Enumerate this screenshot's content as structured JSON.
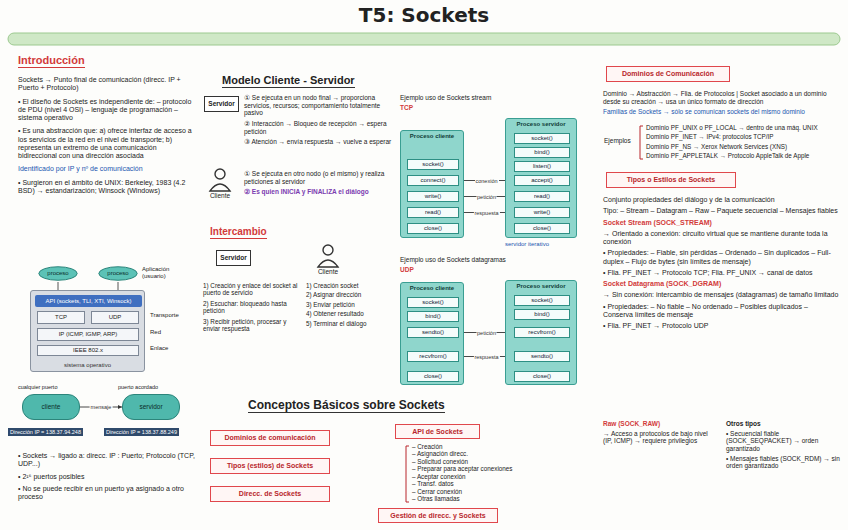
{
  "diagram": {
    "title": "T5: Sockets",
    "nodes": [
      {
        "text": [
          "proceso"
        ]
      },
      {
        "text": [
          "proceso"
        ]
      },
      {
        "text": [
          "sistema operativo"
        ]
      },
      {
        "text": [
          "API (sockets, TLI, XTI, Winsock)"
        ],
        "in": 2
      },
      {
        "text": [
          "TCP"
        ],
        "in": 2
      },
      {
        "text": [
          "UDP"
        ],
        "in": 2
      },
      {
        "text": [
          "IP (ICMP, IGMP, ARP)"
        ],
        "in": 2
      },
      {
        "text": [
          "IEEE 802.x"
        ],
        "in": 2
      },
      {
        "text": [
          "cliente"
        ]
      },
      {
        "text": [
          "servidor"
        ]
      },
      {
        "text": [
          "Servidor"
        ]
      },
      {
        "text": [
          "Servidor"
        ]
      },
      {
        "text": [
          "Dominios de comunicación"
        ]
      },
      {
        "text": [
          "Tipos (estilos) de Sockets"
        ]
      },
      {
        "text": [
          "Direcc. de Sockets"
        ]
      },
      {
        "text": [
          "API de Sockets"
        ]
      },
      {
        "text": [
          "Gestión de direcc. y Sockets"
        ]
      },
      {
        "text": [
          "Proceso cliente"
        ]
      },
      {
        "text": [
          "socket()"
        ],
        "in": 17
      },
      {
        "text": [
          "connect()"
        ],
        "in": 17
      },
      {
        "text": [
          "write()"
        ],
        "in": 17
      },
      {
        "text": [
          "read()"
        ],
        "in": 17
      },
      {
        "text": [
          "close()"
        ],
        "in": 17
      },
      {
        "text": [
          "Proceso servidor"
        ]
      },
      {
        "text": [
          "socket()"
        ],
        "in": 23
      },
      {
        "text": [
          "bind()"
        ],
        "in": 23
      },
      {
        "text": [
          "listen()"
        ],
        "in": 23
      },
      {
        "text": [
          "accept()"
        ],
        "in": 23
      },
      {
        "text": [
          "read()"
        ],
        "in": 23
      },
      {
        "text": [
          "write()"
        ],
        "in": 23
      },
      {
        "text": [
          "close()"
        ],
        "in": 23
      },
      {
        "text": [
          "Proceso cliente"
        ]
      },
      {
        "text": [
          "socket()"
        ],
        "in": 31
      },
      {
        "text": [
          "bind()"
        ],
        "in": 31
      },
      {
        "text": [
          "sendto()"
        ],
        "in": 31
      },
      {
        "text": [
          "recvfrom()"
        ],
        "in": 31
      },
      {
        "text": [
          "close()"
        ],
        "in": 31
      },
      {
        "text": [
          "Proceso servidor"
        ]
      },
      {
        "text": [
          "socket()"
        ],
        "in": 37
      },
      {
        "text": [
          "bind()"
        ],
        "in": 37
      },
      {
        "text": [
          "recvfrom()"
        ],
        "in": 37
      },
      {
        "text": [
          "sendto()"
        ],
        "in": 37
      },
      {
        "text": [
          "close()"
        ],
        "in": 37
      },
      {
        "text": [
          "Dominios de Comunicación"
        ]
      },
      {
        "text": [
          "Tipos o Estilos de Sockets"
        ]
      }
    ],
    "edges": [
      {
        "from": 8,
        "to": 9,
        "label": "mensaje",
        "arrow": "to"
      },
      {
        "from": 19,
        "to": 27,
        "label": "conexión",
        "arrow": "to"
      },
      {
        "from": 20,
        "to": 28,
        "label": "petición",
        "arrow": "to"
      },
      {
        "from": 29,
        "to": 21,
        "label": "respuesta",
        "arrow": "to"
      },
      {
        "from": 34,
        "to": 40,
        "label": "petición",
        "arrow": "to"
      },
      {
        "from": 41,
        "to": 35,
        "label": "respuesta",
        "arrow": "to"
      }
    ],
    "labels": [
      "Introducción",
      "Sockets → Punto final de comunicación (direcc. IP + Puerto + Protocolo)",
      "• El diseño de Sockets es independiente de: – protocolo de PDU (nivel 4 OSI) – lenguaje de programación – sistema operativo",
      "• Es una abstracción que: a) ofrece interfaz de acceso a los servicios de la red en el nivel de transporte; b) representa un extremo de una comunicación bidireccional con una dirección asociada",
      "Identificado por IP y nº de comunicación",
      "• Surgieron en el ámbito de UNIX: Berkeley, 1983 (4.2 BSD) → estandarización; Winsock (Windows)",
      "Aplicación (usuario)",
      "Transporte",
      "Red",
      "Enlace",
      "cualquier puerto",
      "puerto acordado",
      "Dirección IP = 138.37.94.248",
      "Dirección IP = 138.37.88.249",
      "• Sockets → ligado a: direcc. IP : Puerto; Protocolo (TCP, UDP...)",
      "• 2¹⁶ puertos posibles",
      "• No se puede recibir en un puerto ya asignado a otro proceso",
      "Modelo Cliente - Servidor",
      "① Se ejecuta en un nodo final → proporciona servicios, recursos; comportamiento totalmente pasivo",
      "② Interacción → Bloqueo de recepción → espera petición",
      "③ Atención → envía respuesta → vuelve a esperar",
      "Cliente",
      "① Se ejecuta en otro nodo (o el mismo) y realiza peticiones al servidor",
      "② Es quien INICIA y FINALIZA el diálogo",
      "Intercambio",
      "Cliente",
      "1) Creación y enlace del socket al puerto de servicio",
      "2) Escuchar: bloqueado hasta petición",
      "3) Recibir petición, procesar y enviar respuesta",
      "1) Creación socket",
      "2) Asignar dirección",
      "3) Enviar petición",
      "4) Obtener resultado",
      "5) Terminar el diálogo",
      "Conceptos Básicos sobre Sockets",
      "– Creación",
      "– Asignación direcc.",
      "– Solicitud conexión",
      "– Preparar para aceptar conexiones",
      "– Aceptar conexión",
      "– Transf. datos",
      "– Cerrar conexión",
      "– Otras llamadas",
      "Ejemplo uso de Sockets stream",
      "TCP",
      "servidor iterativo",
      "Ejemplo uso de Sockets datagramas",
      "UDP",
      "Dominio → Abstracción → Flia. de Protocolos | Socket asociado a un dominio desde su creación → usa un único formato de dirección",
      "Familias de Sockets → sólo se comunican sockets del mismo dominio",
      "Ejemplos",
      "Dominio PF_UNIX o PF_LOCAL → dentro de una máq. UNIX",
      "Dominio PF_INET → IPv4: protocolos TCP/IP",
      "Dominio PF_NS → Xerox Network Services (XNS)",
      "Dominio PF_APPLETALK → Protocolo AppleTalk de Apple",
      "Conjunto propiedades del diálogo y de la comunicación",
      "Tipo: – Stream – Datagram – Raw – Paquete secuencial – Mensajes fiables",
      "Socket Stream (SOCK_STREAM)",
      "→ Orientado a conexión: circuito virtual que se mantiene durante toda la conexión",
      "• Propiedades: – Fiable, sin pérdidas – Ordenado – Sin duplicados – Full-duplex – Flujo de bytes (sin límites de mensaje)",
      "• Flia. PF_INET → Protocolo TCP; Flia. PF_UNIX → canal de datos",
      "Socket Datagrama (SOCK_DGRAM)",
      "→ Sin conexión: intercambio de mensajes (datagramas) de tamaño limitado",
      "• Propiedades: – No fiable – No ordenado – Posibles duplicados – Conserva límites de mensaje",
      "• Flia. PF_INET → Protocolo UDP",
      "Raw (SOCK_RAW)",
      "→ Acceso a protocolos de bajo nivel (IP, ICMP) → requiere privilegios",
      "Otros tipos",
      "• Secuencial fiable (SOCK_SEQPACKET) → orden garantizado",
      "• Mensajes fiables (SOCK_RDM) → sin orden garantizado"
    ]
  }
}
